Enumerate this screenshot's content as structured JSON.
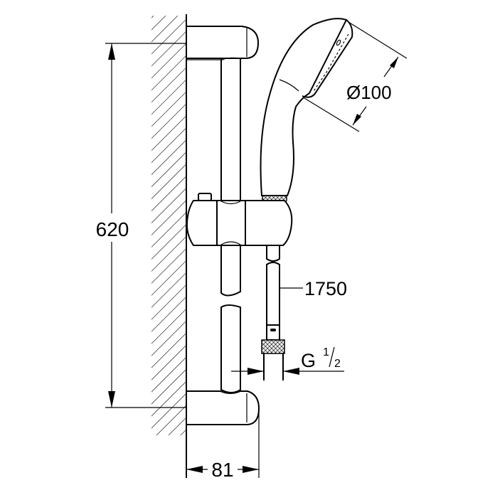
{
  "drawing": {
    "dimensions": {
      "height": "620",
      "head_diameter": "Ø100",
      "hose_length": "1750",
      "connection_thread": "G",
      "connection_fraction_num": "1",
      "connection_fraction_den": "2",
      "projection": "81"
    },
    "colors": {
      "line": "#000000",
      "background": "#ffffff"
    }
  }
}
